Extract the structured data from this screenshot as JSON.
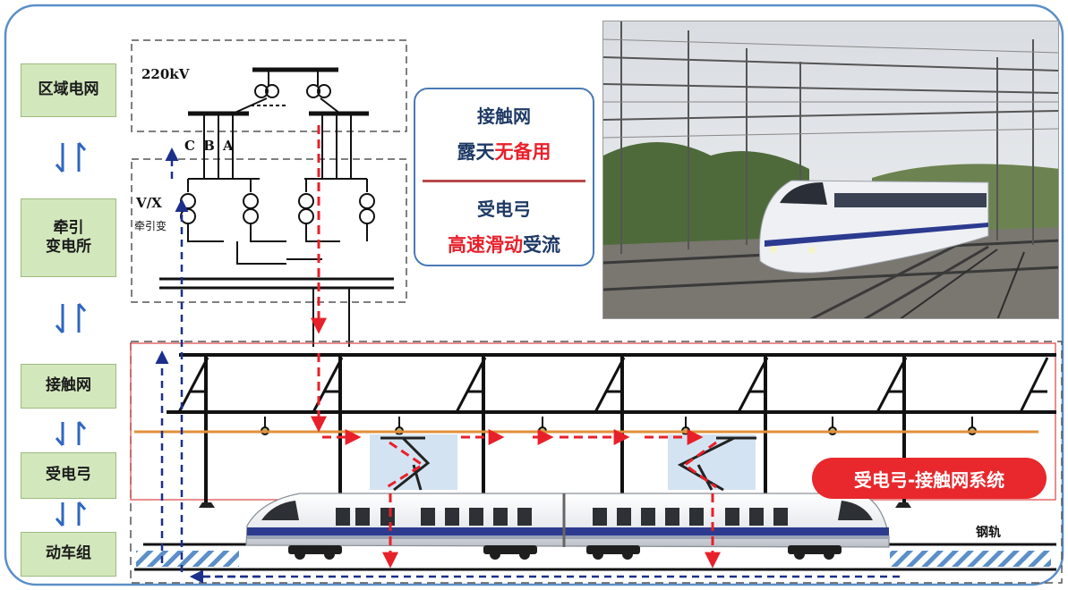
{
  "left_chain": [
    {
      "label": "区域电网"
    },
    {
      "label": "牵引\n变电所"
    },
    {
      "label": "接触网"
    },
    {
      "label": "受电弓"
    },
    {
      "label": "动车组"
    }
  ],
  "substation": {
    "voltage_label": "220kV",
    "phase_label": "C B A",
    "winding_label": "V/X",
    "transformer_label": "牵引变"
  },
  "info_panel": {
    "line1": "接触网",
    "line2_dark": "露天",
    "line2_red": "无备用",
    "line3": "受电弓",
    "line4_red": "高速滑动",
    "line4_dark": "受流"
  },
  "system_badge": "受电弓-接触网系统",
  "rail_label": "钢轨",
  "colors": {
    "box_fill": "#d3e7bd",
    "flow_blue": "#1c2f8c",
    "flow_red": "#e8202a",
    "text_dark": "#1f3a66",
    "text_red": "#e8202a",
    "messenger_wire": "#e0903a",
    "badge": "#e8282c",
    "frame": "#5b8fc9"
  }
}
